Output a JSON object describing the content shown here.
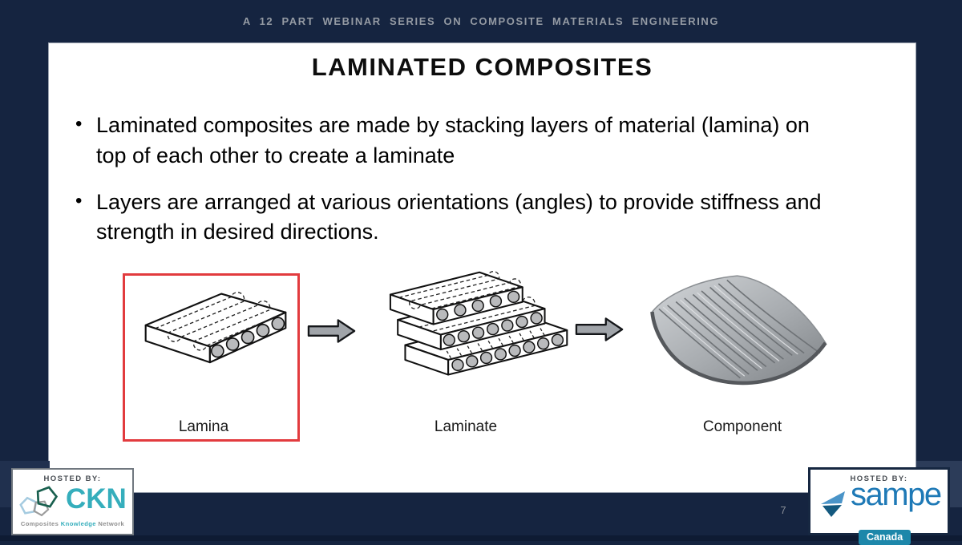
{
  "banner": {
    "text": "A 12 PART WEBINAR SERIES ON COMPOSITE MATERIALS ENGINEERING"
  },
  "slide": {
    "title": "LAMINATED COMPOSITES",
    "bullets": [
      "Laminated composites are made by stacking layers of material (lamina) on top of each other to create a laminate",
      "Layers are arranged at various orientations (angles) to provide stiffness and strength in desired directions."
    ],
    "diagram": {
      "stages": [
        {
          "label": "Lamina",
          "highlighted": true
        },
        {
          "label": "Laminate",
          "highlighted": false
        },
        {
          "label": "Component",
          "highlighted": false
        }
      ]
    },
    "page_number": "7"
  },
  "footer": {
    "ckn": {
      "hosted_by": "HOSTED BY:",
      "acronym": "CKN",
      "tagline": {
        "word1": "Composites",
        "word2": "Knowledge",
        "word3": "Network"
      }
    },
    "sampe": {
      "hosted_by": "HOSTED BY:",
      "name": "sampe",
      "country": "Canada"
    }
  },
  "colors": {
    "navy": "#152440",
    "red": "#e23b3e",
    "teal": "#35aebc",
    "sampe-blue": "#1e79b6",
    "canada-chip": "#1d87aa"
  }
}
